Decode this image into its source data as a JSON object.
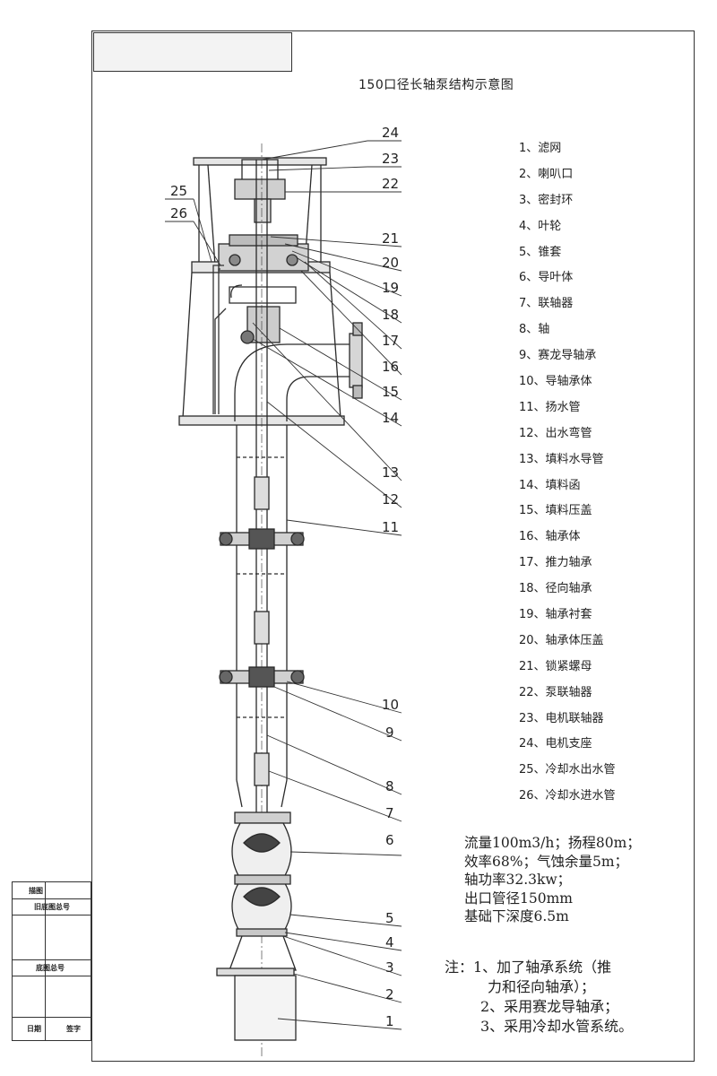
{
  "title": "150口径长轴泵结构示意图",
  "callouts_left": [
    "25",
    "26"
  ],
  "callouts_right": [
    "24",
    "23",
    "22",
    "21",
    "20",
    "19",
    "18",
    "17",
    "16",
    "15",
    "14",
    "13",
    "12",
    "11",
    "10",
    "9",
    "8",
    "7",
    "6",
    "5",
    "4",
    "3",
    "2",
    "1"
  ],
  "parts": [
    "1、滤网",
    "2、喇叭口",
    "3、密封环",
    "4、叶轮",
    "5、锥套",
    "6、导叶体",
    "7、联轴器",
    "8、轴",
    "9、赛龙导轴承",
    "10、导轴承体",
    "11、扬水管",
    "12、出水弯管",
    "13、填料水导管",
    "14、填料函",
    "15、填料压盖",
    "16、轴承体",
    "17、推力轴承",
    "18、径向轴承",
    "19、轴承衬套",
    "20、轴承体压盖",
    "21、锁紧螺母",
    "22、泵联轴器",
    "23、电机联轴器",
    "24、电机支座",
    "25、冷却水出水管",
    "26、冷却水进水管"
  ],
  "specs": [
    "流量100m3/h；扬程80m；",
    "效率68%；气蚀余量5m；",
    "轴功率32.3kw；",
    "出口管径150mm",
    "基础下深度6.5m"
  ],
  "notes": {
    "lead": "注：1、加了轴承系统（推",
    "cont": "力和径向轴承）；",
    "item2": "2、采用赛龙导轴承；",
    "item3": "3、采用冷却水管系统。"
  },
  "title_block": {
    "r1": "描图",
    "r2": "旧底图总号",
    "r3": "底图总号",
    "r4a": "日期",
    "r4b": "签字"
  }
}
